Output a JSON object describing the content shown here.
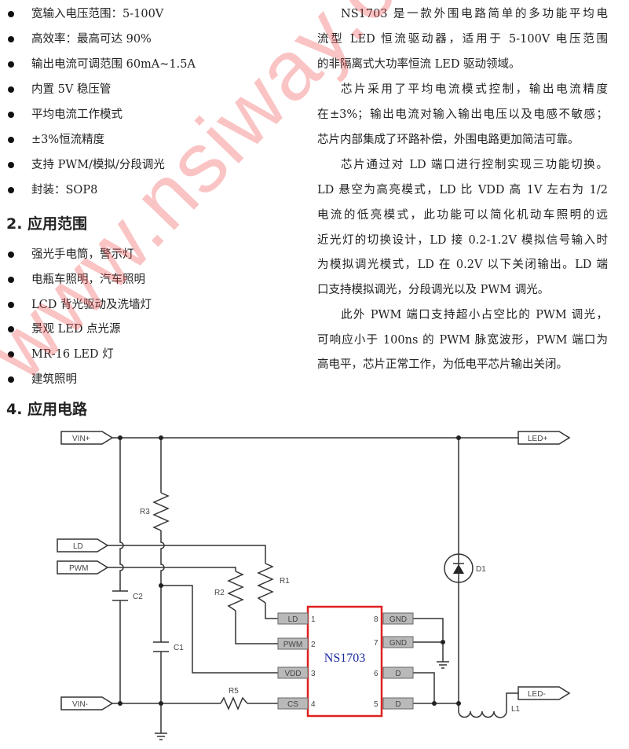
{
  "features": [
    "宽输入电压范围：5-100V",
    "高效率：最高可达 90%",
    "输出电流可调范围 60mA~1.5A",
    "内置 5V 稳压管",
    "平均电流工作模式",
    "±3%恒流精度",
    "支持 PWM/模拟/分段调光",
    "封装：SOP8"
  ],
  "section2": {
    "title": "2.  应用范围",
    "items": [
      "强光手电筒，警示灯",
      "电瓶车照明，汽车照明",
      "LCD 背光驱动及洗墙灯",
      "景观 LED 点光源",
      "MR-16 LED 灯",
      "建筑照明"
    ]
  },
  "section4": {
    "title": "4.  应用电路"
  },
  "description_lines": [
    "NS1703 是一款外围电路简单的多功能平均电",
    "流型 LED 恒流驱动器，适用于 5-100V 电压范围",
    "的非隔离式大功率恒流 LED 驱动领域。",
    "芯片采用了平均电流模式控制，输出电流精度",
    "在±3%；输出电流对输入输出电压以及电感不敏感；",
    "芯片内部集成了环路补偿，外围电路更加简洁可靠。",
    "芯片通过对 LD 端口进行控制实现三功能切换。",
    "LD 悬空为高亮模式，LD 比 VDD 高 1V 左右为 1/2",
    "电流的低亮模式，此功能可以简化机动车照明的远",
    "近光灯的切换设计，LD 接 0.2-1.2V 模拟信号输入时",
    "为模拟调光模式，LD 在 0.2V 以下关闭输出。LD 端",
    "口支持模拟调光，分段调光以及 PWM 调光。",
    "此外 PWM 端口支持超小占空比的 PWM 调光，",
    "可响应小于 100ns 的 PWM 脉宽波形，PWM 端口为",
    "高电平，芯片正常工作，为低电平芯片输出关闭。"
  ],
  "circuit": {
    "ports": {
      "vin_plus": "VIN+",
      "vin_minus": "VIN-",
      "ld": "LD",
      "pwm": "PWM",
      "led_plus": "LED+",
      "led_minus": "LED-"
    },
    "components": {
      "r1": "R1",
      "r2": "R2",
      "r3": "R3",
      "r5": "R5",
      "c1": "C1",
      "c2": "C2",
      "d1": "D1",
      "l1": "L1"
    },
    "chip": {
      "name": "NS1703",
      "border_color": "#e02020",
      "name_color": "#1a2aa0",
      "left_pins": [
        {
          "num": "1",
          "name": "LD"
        },
        {
          "num": "2",
          "name": "PWM"
        },
        {
          "num": "3",
          "name": "VDD"
        },
        {
          "num": "4",
          "name": "CS"
        }
      ],
      "right_pins": [
        {
          "num": "8",
          "name": "GND"
        },
        {
          "num": "7",
          "name": "GND"
        },
        {
          "num": "6",
          "name": "D"
        },
        {
          "num": "5",
          "name": "D"
        }
      ]
    }
  },
  "watermark": "www.nsiway.com.cn"
}
